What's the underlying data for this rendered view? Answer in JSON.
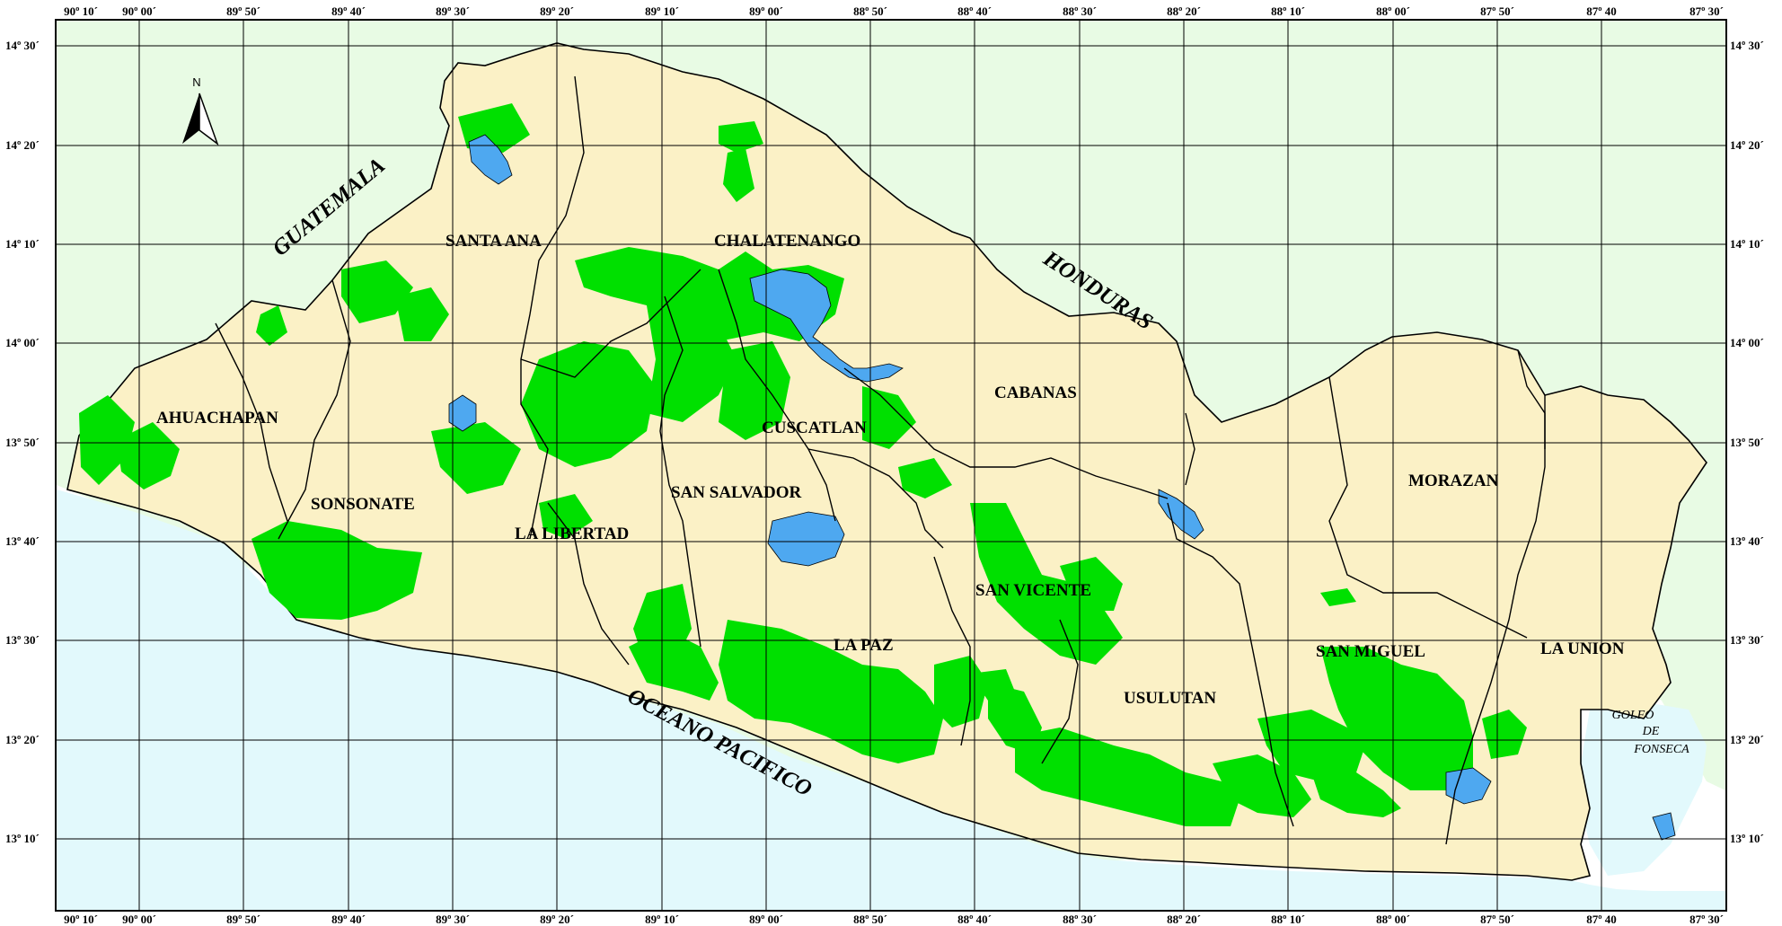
{
  "colors": {
    "land_neighbor": "#e8fbe4",
    "ocean": "#e2f9fc",
    "el_salvador": "#fbf1c6",
    "forest": "#00e000",
    "water": "#4ea8f0",
    "border": "#000000",
    "grid": "#000000"
  },
  "longitude_labels": [
    "90º 10´",
    "90º 00´",
    "89º 50´",
    "89º 40´",
    "89º 30´",
    "89º 20´",
    "89º 10´",
    "89º 00´",
    "88º 50´",
    "88º 40´",
    "88º 30´",
    "88º 20´",
    "88º 10´",
    "88º 00´",
    "87º 50´",
    "87º 40",
    "87º 30´"
  ],
  "latitude_labels": [
    "14º 30´",
    "14º 20´",
    "14º 10´",
    "14º 00´",
    "13º 50´",
    "13º 40´",
    "13º 30´",
    "13º 20´",
    "13º 10´"
  ],
  "departments": [
    "AHUACHAPAN",
    "SANTA ANA",
    "CHALATENANGO",
    "SONSONATE",
    "LA LIBERTAD",
    "SAN SALVADOR",
    "CUSCATLAN",
    "CABANAS",
    "SAN VICENTE",
    "LA PAZ",
    "USULUTAN",
    "SAN MIGUEL",
    "MORAZAN",
    "LA UNION"
  ],
  "countries": {
    "guatemala": "GUATEMALA",
    "honduras": "HONDURAS"
  },
  "ocean_label": "OCEANO PACIFICO",
  "gulf_label": [
    "GOLFO",
    "DE",
    "FONSECA"
  ],
  "north_label": "N",
  "icons": {
    "north_arrow": "north-arrow-icon"
  }
}
